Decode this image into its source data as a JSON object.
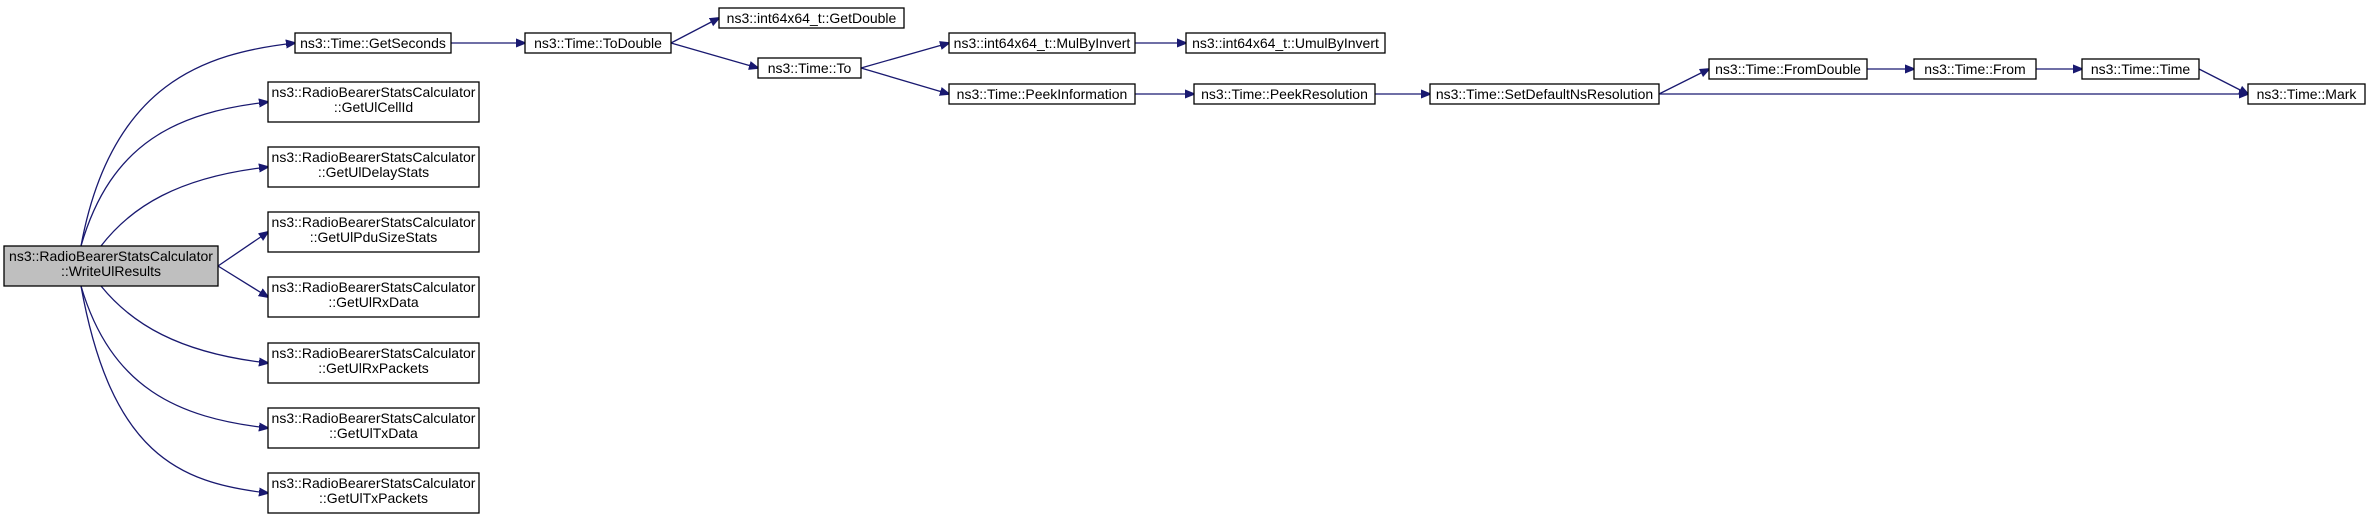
{
  "graph": {
    "type": "call-graph",
    "edge_color": "#191970",
    "root_fill": "#bfbfbf",
    "nodes": {
      "write": [
        "ns3::RadioBearerStatsCalculator",
        "::WriteUlResults"
      ],
      "getSeconds": [
        "ns3::Time::GetSeconds"
      ],
      "getCellId": [
        "ns3::RadioBearerStatsCalculator",
        "::GetUlCellId"
      ],
      "getDelay": [
        "ns3::RadioBearerStatsCalculator",
        "::GetUlDelayStats"
      ],
      "getPdu": [
        "ns3::RadioBearerStatsCalculator",
        "::GetUlPduSizeStats"
      ],
      "getRxData": [
        "ns3::RadioBearerStatsCalculator",
        "::GetUlRxData"
      ],
      "getRxPackets": [
        "ns3::RadioBearerStatsCalculator",
        "::GetUlRxPackets"
      ],
      "getTxData": [
        "ns3::RadioBearerStatsCalculator",
        "::GetUlTxData"
      ],
      "getTxPackets": [
        "ns3::RadioBearerStatsCalculator",
        "::GetUlTxPackets"
      ],
      "toDouble": [
        "ns3::Time::ToDouble"
      ],
      "getDouble": [
        "ns3::int64x64_t::GetDouble"
      ],
      "to": [
        "ns3::Time::To"
      ],
      "mulByInvert": [
        "ns3::int64x64_t::MulByInvert"
      ],
      "umulByInvert": [
        "ns3::int64x64_t::UmulByInvert"
      ],
      "peekInformation": [
        "ns3::Time::PeekInformation"
      ],
      "peekResolution": [
        "ns3::Time::PeekResolution"
      ],
      "setDefault": [
        "ns3::Time::SetDefaultNsResolution"
      ],
      "fromDouble": [
        "ns3::Time::FromDouble"
      ],
      "from": [
        "ns3::Time::From"
      ],
      "time": [
        "ns3::Time::Time"
      ],
      "mark": [
        "ns3::Time::Mark"
      ]
    },
    "edges": [
      [
        "write",
        "getSeconds"
      ],
      [
        "write",
        "getCellId"
      ],
      [
        "write",
        "getDelay"
      ],
      [
        "write",
        "getPdu"
      ],
      [
        "write",
        "getRxData"
      ],
      [
        "write",
        "getRxPackets"
      ],
      [
        "write",
        "getTxData"
      ],
      [
        "write",
        "getTxPackets"
      ],
      [
        "getSeconds",
        "toDouble"
      ],
      [
        "toDouble",
        "getDouble"
      ],
      [
        "toDouble",
        "to"
      ],
      [
        "to",
        "mulByInvert"
      ],
      [
        "to",
        "peekInformation"
      ],
      [
        "mulByInvert",
        "umulByInvert"
      ],
      [
        "peekInformation",
        "peekResolution"
      ],
      [
        "peekResolution",
        "setDefault"
      ],
      [
        "setDefault",
        "fromDouble"
      ],
      [
        "setDefault",
        "mark"
      ],
      [
        "fromDouble",
        "from"
      ],
      [
        "from",
        "time"
      ],
      [
        "time",
        "mark"
      ]
    ]
  }
}
